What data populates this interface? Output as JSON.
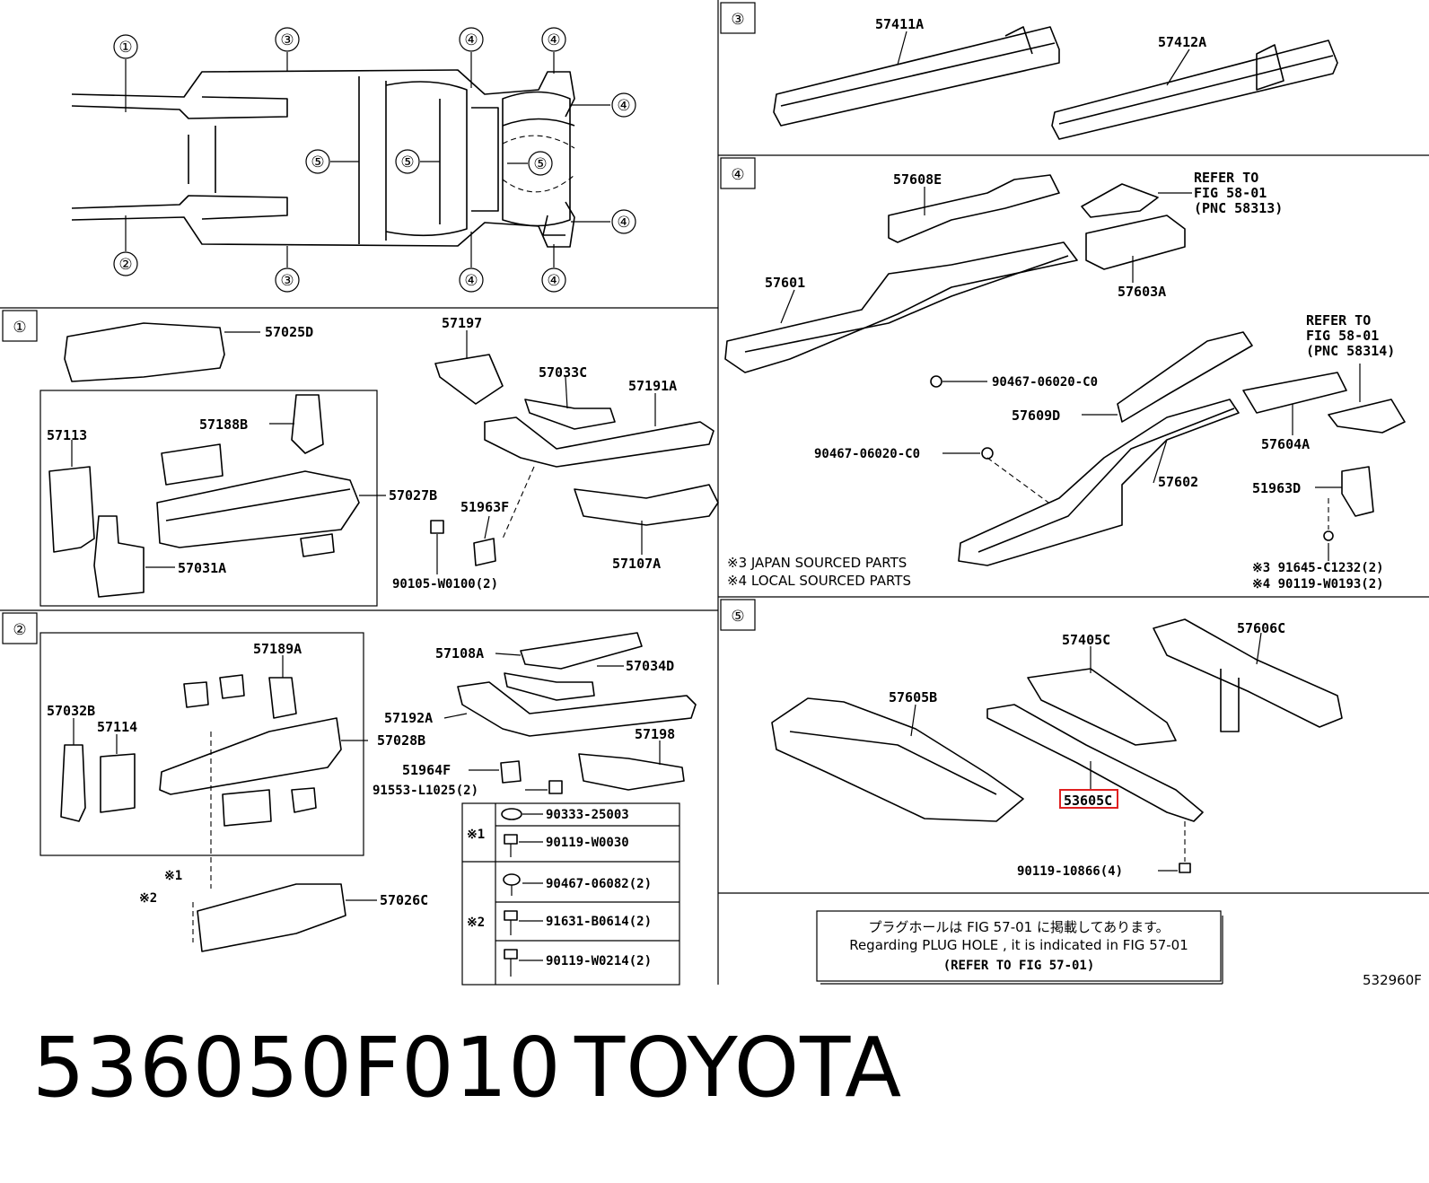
{
  "sections": {
    "s1": "①",
    "s2": "②",
    "s3": "③",
    "s4": "④",
    "s5": "⑤"
  },
  "frame_callouts": {
    "c1": "①",
    "c2": "②",
    "c3a": "③",
    "c3b": "③",
    "c4a": "④",
    "c4b": "④",
    "c4c": "④",
    "c4d": "④",
    "c4e": "④",
    "c4f": "④",
    "c5a": "⑤",
    "c5b": "⑤",
    "c5c": "⑤"
  },
  "parts": {
    "p57411A": "57411A",
    "p57412A": "57412A",
    "p57608E": "57608E",
    "p57601": "57601",
    "p57603A": "57603A",
    "p90467a": "90467-06020-C0",
    "p57609D": "57609D",
    "p90467b": "90467-06020-C0",
    "p57602": "57602",
    "p57604A": "57604A",
    "p51963D": "51963D",
    "p57025D": "57025D",
    "p57197": "57197",
    "p57033C": "57033C",
    "p57191A": "57191A",
    "p57113": "57113",
    "p57188B": "57188B",
    "p57027B": "57027B",
    "p51963F": "51963F",
    "p57031A": "57031A",
    "p57107A": "57107A",
    "p90105": "90105-W0100(2)",
    "p57189A": "57189A",
    "p57108A": "57108A",
    "p57034D": "57034D",
    "p57032B": "57032B",
    "p57114": "57114",
    "p57192A": "57192A",
    "p57028B": "57028B",
    "p57198": "57198",
    "p51964F": "51964F",
    "p91553": "91553-L1025(2)",
    "p57026C": "57026C",
    "p57405C": "57405C",
    "p57606C": "57606C",
    "p57605B": "57605B",
    "p53605C": "53605C",
    "p90119_10866": "90119-10866(4)"
  },
  "refers": {
    "r1_l1": "REFER TO",
    "r1_l2": "FIG 58-01",
    "r1_l3": "(PNC 58313)",
    "r2_l1": "REFER TO",
    "r2_l2": "FIG 58-01",
    "r2_l3": "(PNC 58314)"
  },
  "notes": {
    "n3": "※3 JAPAN SOURCED PARTS",
    "n4": "※4 LOCAL SOURCED PARTS",
    "n3p": "※3 91645-C1232(2)",
    "n4p": "※4 90119-W0193(2)",
    "m1": "※1",
    "m2": "※2"
  },
  "fastener_table": {
    "k1": "※1",
    "k2": "※2",
    "r1": "90333-25003",
    "r2": "90119-W0030",
    "r3": "90467-06082(2)",
    "r4": "91631-B0614(2)",
    "r5": "90119-W0214(2)"
  },
  "plug_box": {
    "jp": "プラグホールは FIG 57-01 に掲載してあります。",
    "en": "Regarding  PLUG  HOLE , it is indicated in  FIG  57-01",
    "ref": "(REFER TO FIG 57-01)"
  },
  "figure_code": "532960F",
  "caption": {
    "part_number": "536050F010",
    "brand": "TOYOTA"
  }
}
